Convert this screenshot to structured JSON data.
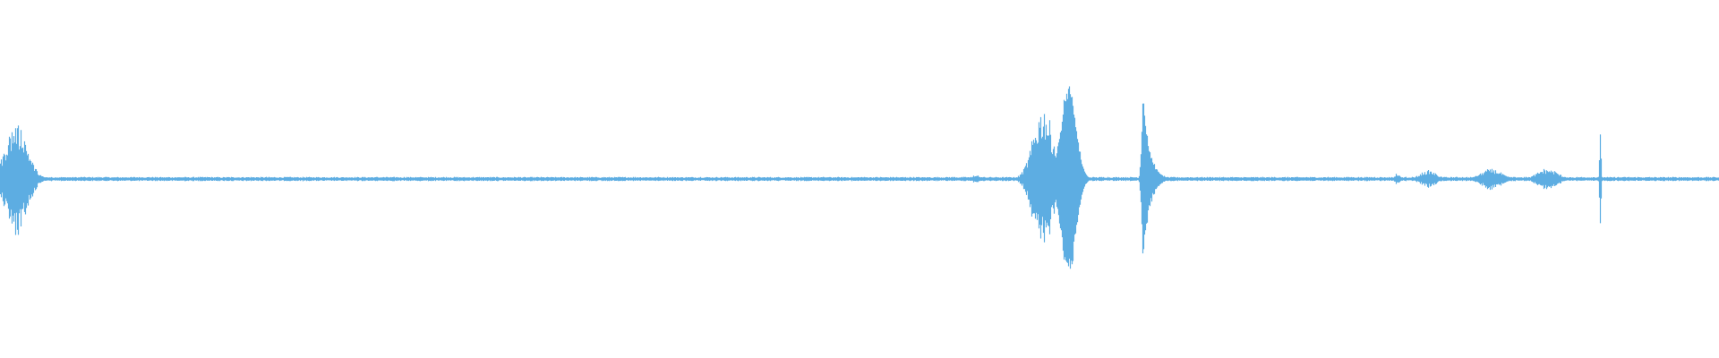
{
  "waveform": {
    "color": "#5dade2",
    "background": "#ffffff",
    "duration_units": 1920,
    "baseline_amplitude": 0.012,
    "noise_amplitude": 0.01,
    "bursts": [
      {
        "center": 18,
        "width": 32,
        "amplitude": 0.6,
        "shape": "ragged"
      },
      {
        "center": 1090,
        "width": 10,
        "amplitude": 0.05,
        "shape": "ragged"
      },
      {
        "center": 1165,
        "width": 30,
        "amplitude": 0.75,
        "shape": "ragged"
      },
      {
        "center": 1193,
        "width": 24,
        "amplitude": 1.0,
        "shape": "smooth"
      },
      {
        "center": 1280,
        "width": 22,
        "amplitude": 0.95,
        "shape": "decay"
      },
      {
        "center": 1560,
        "width": 8,
        "amplitude": 0.06,
        "shape": "ragged"
      },
      {
        "center": 1595,
        "width": 24,
        "amplitude": 0.09,
        "shape": "ragged"
      },
      {
        "center": 1665,
        "width": 30,
        "amplitude": 0.11,
        "shape": "ragged"
      },
      {
        "center": 1728,
        "width": 30,
        "amplitude": 0.11,
        "shape": "ragged"
      },
      {
        "center": 1787,
        "width": 4,
        "amplitude": 0.45,
        "shape": "spike"
      }
    ]
  }
}
